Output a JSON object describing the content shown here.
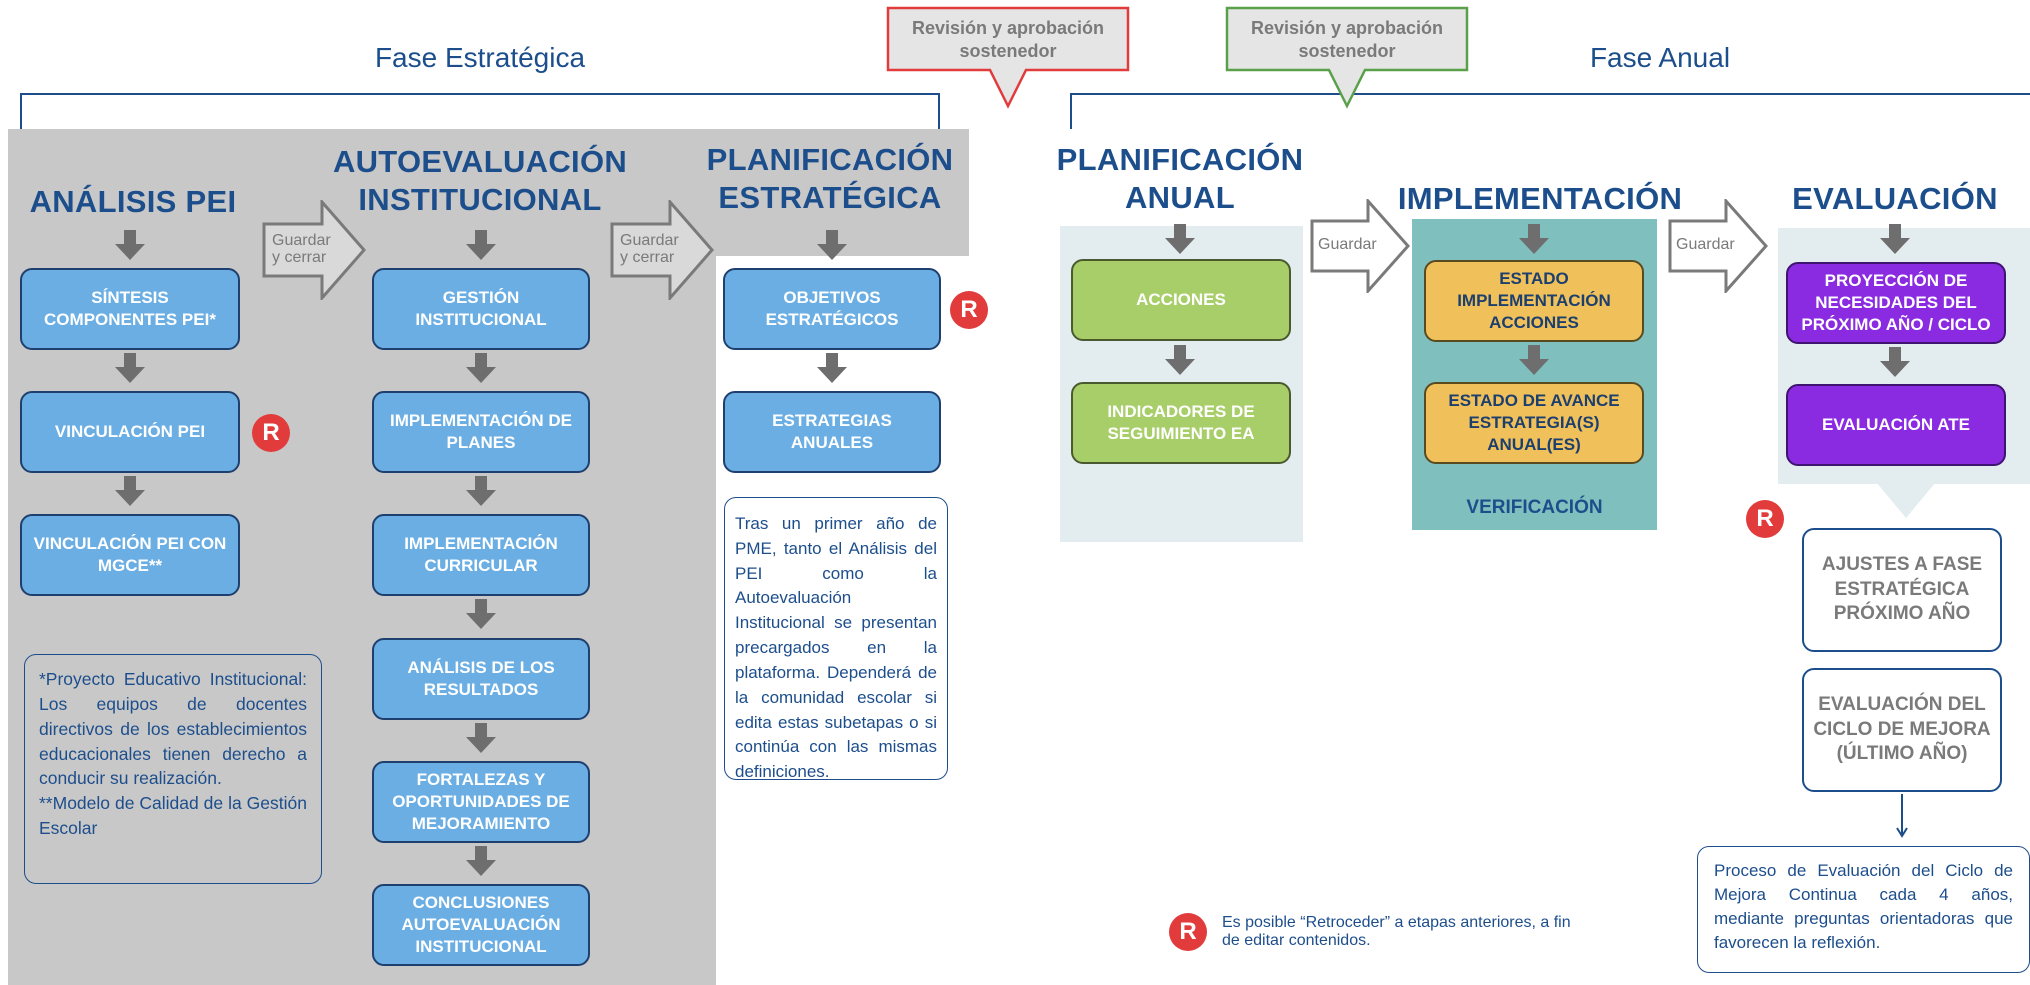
{
  "phases": {
    "strategic": "Fase Estratégica",
    "annual": "Fase Anual"
  },
  "callouts": {
    "red": "Revisión y aprobación sostenedor",
    "green": "Revisión y aprobación sostenedor"
  },
  "stages": {
    "analisis": "ANÁLISIS PEI",
    "autoevaluacion": "AUTOEVALUACIÓN INSTITUCIONAL",
    "planificacion_estrategica": "PLANIFICACIÓN ESTRATÉGICA",
    "planificacion_anual": "PLANIFICACIÓN ANUAL",
    "implementacion": "IMPLEMENTACIÓN",
    "evaluacion": "EVALUACIÓN"
  },
  "save_labels": {
    "guardar_cerrar_1": "Guardar y cerrar",
    "guardar_cerrar_2": "Guardar y cerrar",
    "guardar_1": "Guardar",
    "guardar_2": "Guardar"
  },
  "analisis_boxes": [
    "SÍNTESIS COMPONENTES PEI*",
    "VINCULACIÓN PEI",
    "VINCULACIÓN PEI CON MGCE**"
  ],
  "autoevaluacion_boxes": [
    "GESTIÓN INSTITUCIONAL",
    "IMPLEMENTACIÓN DE PLANES",
    "IMPLEMENTACIÓN CURRICULAR",
    "ANÁLISIS DE LOS RESULTADOS",
    "FORTALEZAS Y OPORTUNIDADES DE MEJORAMIENTO",
    "CONCLUSIONES AUTOEVALUACIÓN INSTITUCIONAL"
  ],
  "planificacion_estrategica_boxes": [
    "OBJETIVOS ESTRATÉGICOS",
    "ESTRATEGIAS ANUALES"
  ],
  "planificacion_anual_boxes": [
    "ACCIONES",
    "INDICADORES DE SEGUIMIENTO EA"
  ],
  "implementacion_boxes": [
    "ESTADO IMPLEMENTACIÓN ACCIONES",
    "ESTADO DE AVANCE ESTRATEGIA(S) ANUAL(ES)"
  ],
  "implementacion_footer": "VERIFICACIÓN",
  "evaluacion_boxes": [
    "PROYECCIÓN DE NECESIDADES DEL PRÓXIMO AÑO / CICLO",
    "EVALUACIÓN ATE"
  ],
  "evaluacion_outline_boxes": [
    "AJUSTES A FASE ESTRATÉGICA PRÓXIMO AÑO",
    "EVALUACIÓN DEL CICLO DE MEJORA (ÚLTIMO AÑO)"
  ],
  "notes": {
    "pei_footnote": "*Proyecto Educativo Institucional: Los equipos de docentes directivos de los establecimientos educacionales tienen derecho a conducir su realización.\n**Modelo de Calidad de la Gestión Escolar",
    "precargados": "Tras un primer año de PME, tanto el Análisis del PEI como la Autoevaluación Institucional se presentan precargados en la plataforma. Dependerá de la comunidad escolar si edita estas subetapas o si continúa con las mismas definiciones.",
    "ciclo": "Proceso de Evaluación del Ciclo de Mejora Continua cada 4 años, mediante preguntas orientadoras que favorecen la reflexión."
  },
  "badge_letter": "R",
  "legend": "Es posible “Retroceder” a etapas anteriores, a fin de editar contenidos.",
  "colors": {
    "navy": "#1d4e8c",
    "blue_box": "#6aaee3",
    "green_box": "#a8ce6a",
    "yellow_box": "#f0c15a",
    "purple_box": "#8a2be2",
    "badge_red": "#e13b3b",
    "grey_panel": "#c8c8c8",
    "teal_panel": "#7fbfbd"
  }
}
